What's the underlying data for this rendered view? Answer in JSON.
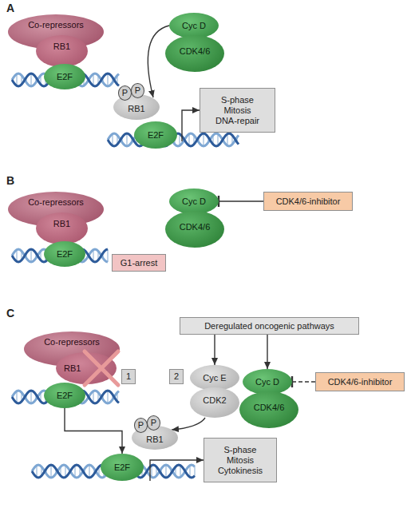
{
  "diagram": {
    "nodes": [
      {
        "text": [
          "Co-repressors"
        ]
      },
      {
        "text": [
          "RB1"
        ]
      },
      {
        "text": [
          "E2F"
        ]
      },
      {
        "text": [
          "Cyc D"
        ]
      },
      {
        "text": [
          "CDK4/6"
        ]
      },
      {
        "text": [
          "RB1"
        ]
      },
      {
        "text": [
          "P"
        ]
      },
      {
        "text": [
          "P"
        ]
      },
      {
        "text": [
          "E2F"
        ]
      },
      {
        "text": [
          "S-phase Mitosis DNA-repair"
        ]
      },
      {
        "text": [
          "Co-repressors"
        ]
      },
      {
        "text": [
          "RB1"
        ]
      },
      {
        "text": [
          "E2F"
        ]
      },
      {
        "text": [
          "Cyc D"
        ]
      },
      {
        "text": [
          "CDK4/6"
        ]
      },
      {
        "text": [
          "CDK4/6-inhibitor"
        ]
      },
      {
        "text": [
          "G1-arrest"
        ]
      },
      {
        "text": [
          "Co-repressors"
        ]
      },
      {
        "text": [
          "RB1"
        ]
      },
      {
        "text": [
          "1"
        ]
      },
      {
        "text": [
          "E2F"
        ]
      },
      {
        "text": [
          "E2F"
        ]
      },
      {
        "text": [
          "S-phase Mitosis Cytokinesis"
        ]
      },
      {
        "text": [
          "Deregulated oncogenic pathways"
        ]
      },
      {
        "text": [
          "2"
        ]
      },
      {
        "text": [
          "Cyc E"
        ]
      },
      {
        "text": [
          "CDK2"
        ]
      },
      {
        "text": [
          "Cyc D"
        ]
      },
      {
        "text": [
          "CDK4/6"
        ]
      },
      {
        "text": [
          "CDK4/6-inhibitor"
        ]
      },
      {
        "text": [
          "RB1"
        ]
      },
      {
        "text": [
          "P"
        ]
      },
      {
        "text": [
          "P"
        ]
      }
    ],
    "edges": [
      {
        "from": 3,
        "to": 5,
        "arrow": "to"
      },
      {
        "from": 8,
        "to": 9,
        "arrow": "to"
      },
      {
        "from": 15,
        "to": 13,
        "arrow": "to"
      },
      {
        "from": 20,
        "to": 21,
        "arrow": "to"
      },
      {
        "from": 21,
        "to": 22,
        "arrow": "to"
      },
      {
        "from": 23,
        "to": 25,
        "arrow": "to"
      },
      {
        "from": 23,
        "to": 27,
        "arrow": "to"
      },
      {
        "from": 29,
        "to": 27,
        "arrow": "to"
      },
      {
        "from": 26,
        "to": 30,
        "arrow": "to"
      }
    ],
    "labels": [
      "A",
      "B",
      "C"
    ]
  }
}
